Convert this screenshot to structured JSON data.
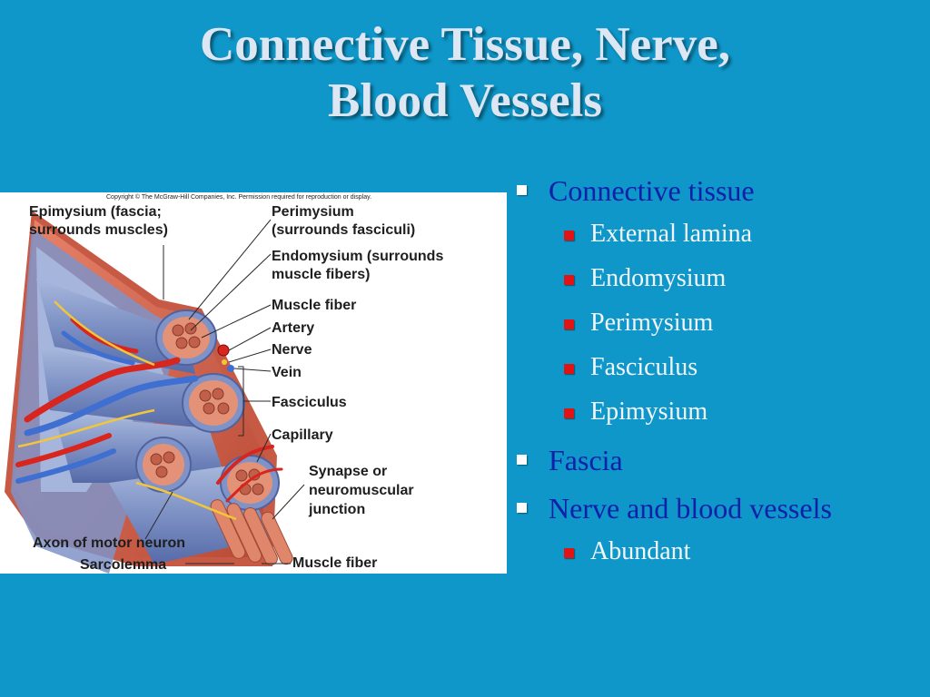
{
  "title": {
    "line1": "Connective Tissue, Nerve,",
    "line2": "Blood Vessels"
  },
  "figure": {
    "copyright": "Copyright © The McGraw-Hill Companies, Inc. Permission required for reproduction or display.",
    "labels": {
      "epimysium_1": "Epimysium (fascia;",
      "epimysium_2": "surrounds muscles)",
      "perimysium_1": "Perimysium",
      "perimysium_2": "(surrounds fasciculi)",
      "endomysium_1": "Endomysium (surrounds",
      "endomysium_2": "muscle fibers)",
      "muscle_fiber_top": "Muscle fiber",
      "artery": "Artery",
      "nerve": "Nerve",
      "vein": "Vein",
      "fasciculus": "Fasciculus",
      "capillary": "Capillary",
      "synapse_1": "Synapse or",
      "synapse_2": "neuromuscular",
      "synapse_3": "junction",
      "axon": "Axon of motor neuron",
      "sarcolemma": "Sarcolemma",
      "muscle_fiber_bottom": "Muscle fiber"
    }
  },
  "bullets": [
    {
      "text": "Connective tissue",
      "children": [
        "External lamina",
        "Endomysium",
        "Perimysium",
        "Fasciculus",
        "Epimysium"
      ]
    },
    {
      "text": "Fascia",
      "children": []
    },
    {
      "text": "Nerve and blood vessels",
      "children": [
        "Abundant"
      ]
    }
  ],
  "colors": {
    "background": "#0f97c9",
    "title": "#dde6f3",
    "level1_text": "#1020a8",
    "level2_text": "#f2f6fb",
    "level1_bullet": "#ffffff",
    "level2_bullet": "#e01414"
  }
}
